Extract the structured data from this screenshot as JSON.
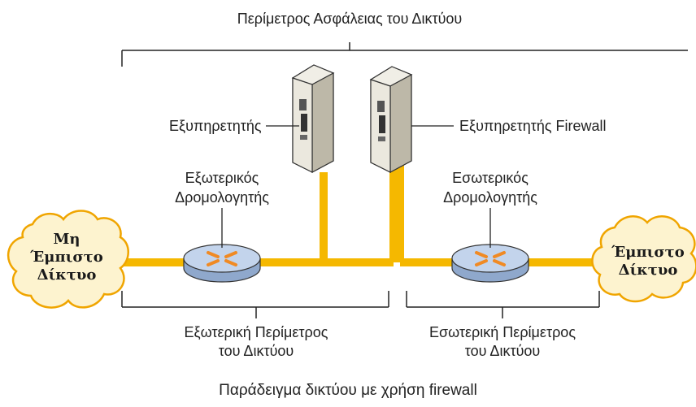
{
  "perimeter": {
    "label": "Περίμετρος Ασφάλειας του Δικτύου"
  },
  "servers": {
    "server_label": "Εξυπηρετητής",
    "firewall_label": "Εξυπηρετητής Firewall"
  },
  "routers": {
    "external": {
      "line1": "Εξωτερικός",
      "line2": "Δρομολογητής"
    },
    "internal": {
      "line1": "Εσωτερικός",
      "line2": "Δρομολογητής"
    }
  },
  "clouds": {
    "untrusted": {
      "line1": "Μη",
      "line2": "Έμπιστο",
      "line3": "Δίκτυο"
    },
    "trusted": {
      "line1": "Έμπιστο",
      "line2": "Δίκτυο"
    }
  },
  "perimeters": {
    "external": {
      "line1": "Εξωτερική Περίμετρος",
      "line2": "του Δικτύου"
    },
    "internal": {
      "line1": "Εσωτερική Περίμετρος",
      "line2": "του Δικτύου"
    }
  },
  "caption": "Παράδειγμα δικτύου με χρήση firewall",
  "colors": {
    "cable": "#f5b800",
    "cloud_fill": "#fdf3cf",
    "cloud_stroke": "#f0a500",
    "router_fill": "#b9cde9",
    "router_arrow": "#f08a24",
    "server_fill": "#e8e6dc",
    "line": "#222222"
  },
  "icons": {
    "server": "server-tower-icon",
    "router": "router-icon",
    "cloud": "cloud-icon"
  }
}
